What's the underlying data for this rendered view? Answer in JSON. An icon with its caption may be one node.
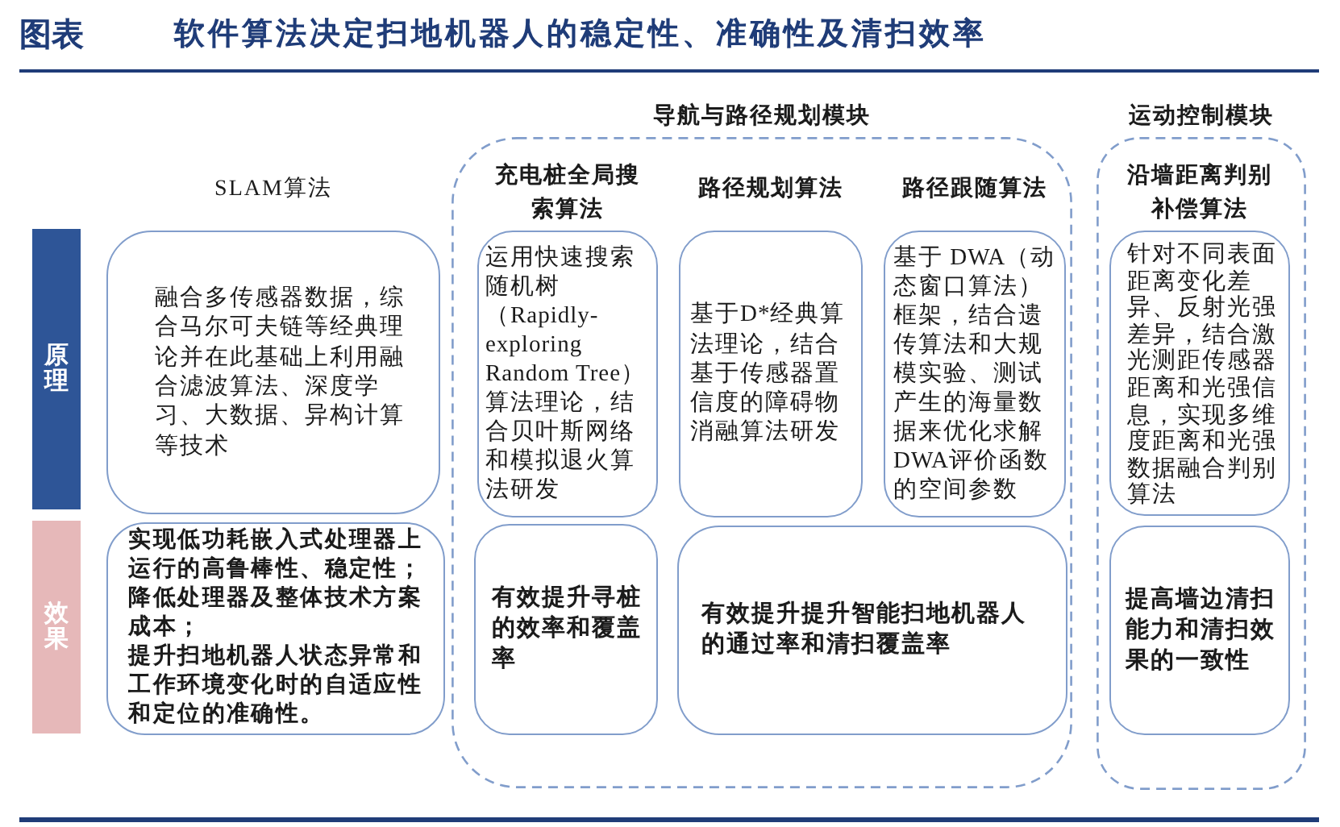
{
  "diagram": {
    "title": "软件算法决定扫地机器人的稳定性、准确性及清扫效率",
    "nodes": [
      {
        "text": [
          "原理"
        ]
      },
      {
        "text": [
          "效果"
        ]
      },
      {
        "text": [
          "SLAM算法",
          "融合多传感器数据，综合马尔可夫链等经典理论并在此基础上利用融合滤波算法、深度学习、大数据、异构计算等技术"
        ]
      },
      {
        "text": [
          "实现低功耗嵌入式处理器上运行的高鲁棒性、稳定性；",
          "降低处理器及整体技术方案成本；",
          "提升扫地机器人状态异常和工作环境变化时的自适应性和定位的准确性。"
        ]
      },
      {
        "text": [
          "导航与路径规划模块"
        ]
      },
      {
        "text": [
          "充电桩全局搜索算法",
          "运用快速搜索随机树（Rapidly-exploring Random Tree）算法理论，结合贝叶斯网络和模拟退火算法研发"
        ],
        "in": 4
      },
      {
        "text": [
          "路径规划算法",
          "基于D*经典算法理论，结合基于传感器置信度的障碍物消融算法研发"
        ],
        "in": 4
      },
      {
        "text": [
          "路径跟随算法",
          "基于 DWA（动态窗口算法）框架，结合遗传算法和大规模实验、测试产生的海量数据来优化求解DWA评价函数的空间参数"
        ],
        "in": 4
      },
      {
        "text": [
          "有效提升寻桩的效率和覆盖率"
        ],
        "in": 4
      },
      {
        "text": [
          "有效提升提升智能扫地机器人的通过率和清扫覆盖率"
        ],
        "in": 4
      },
      {
        "text": [
          "运动控制模块"
        ]
      },
      {
        "text": [
          "沿墙距离判别补偿算法",
          "针对不同表面距离变化差异、反射光强差异，结合激光测距传感器距离和光强信息，实现多维度距离和光强数据融合判别算法"
        ],
        "in": 10
      },
      {
        "text": [
          "提高墙边清扫能力和清扫效果的一致性"
        ],
        "in": 10
      }
    ],
    "labels": [
      "图表"
    ]
  }
}
